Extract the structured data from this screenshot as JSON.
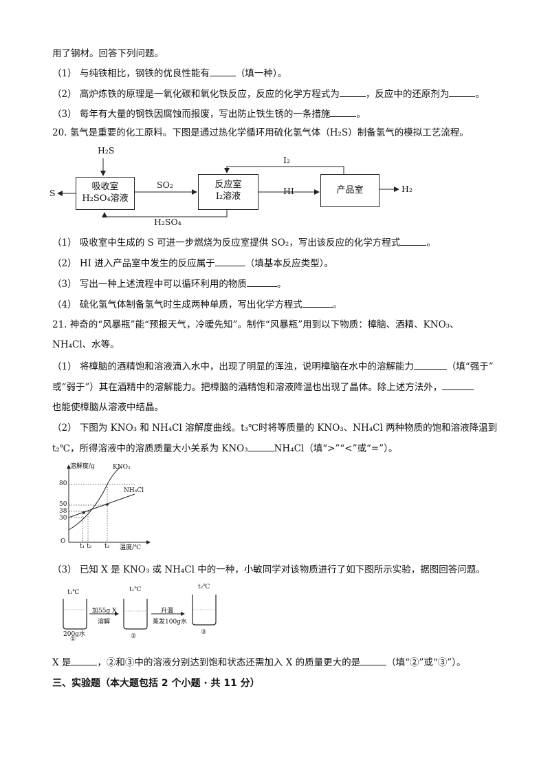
{
  "top_text": "用了钢材。回答下列问题。",
  "q19": {
    "p1": "（1） 与纯铁相比，钢铁的优良性能有",
    "p1_tail": "（填一种）。",
    "p2_a": "（2） 高炉炼铁的原理是一氧化碳和氧化铁反应，反应的化学方程式为",
    "p2_b": "，反应中的还原剂为",
    "p2_tail": "。",
    "p3": "（3） 每年有大量的钢铁因腐蚀而报废，写出防止铁生锈的一条措施",
    "p3_tail": "。"
  },
  "q20": {
    "stem": "20. 氢气是重要的化工原料。下图是通过热化学循环用硫化氢气体（H₂S）制备氢气的模拟工艺流程。",
    "diagram": {
      "h2s": "H₂S",
      "s": "S",
      "absorb_line1": "吸收室",
      "absorb_line2": "H₂SO₄溶液",
      "so2": "SO₂",
      "react_line1": "反应室",
      "react_line2": "I₂溶液",
      "hi": "HI",
      "product": "产品室",
      "h2": "H₂",
      "i2": "I₂",
      "h2so4": "H₂SO₄"
    },
    "p1": "（1） 吸收室中生成的 S 可进一步燃烧为反应室提供 SO₂，写出该反应的化学方程式",
    "p1_tail": "。",
    "p2": "（2） HI 进入产品室中发生的反应属于",
    "p2_tail": "（填基本反应类型）。",
    "p3": "（3） 写出一种上述流程中可以循环利用的物质",
    "p3_tail": "。",
    "p4": "（4） 硫化氢气体制备氢气时生成两种单质，写出化学方程式",
    "p4_tail": "。"
  },
  "q21": {
    "stem1": "21. 神奇的“风暴瓶”能“预报天气，冷暖先知”。制作“风暴瓶”用到以下物质：樟脑、酒精、KNO₃、",
    "stem2": "NH₄Cl、水等。",
    "p1_a": "（1） 将樟脑的酒精饱和溶液滴入水中，出现了明显的浑浊，说明樟脑在水中的溶解能力",
    "p1_b": "（填“强于”",
    "p1_c": "或“弱于”）其在酒精中的溶解能力。把樟脑的酒精饱和溶液降温也出现了晶体。除上述方法外，",
    "p1_d": "也能使樟脑从溶液中结晶。",
    "p2_a": "（2） 下图为 KNO₃ 和 NH₄Cl 溶解度曲线。t₃℃时将等质量的 KNO₃、NH₄Cl 两种物质的饱和溶液降温到",
    "p2_b": "t₂℃，所得溶液中的溶质质量大小关系为 KNO₃",
    "p2_c": "NH₄Cl（填“>”“<”或“=”）。",
    "graph": {
      "ylabel": "溶解度/g",
      "xlabel": "温度/℃",
      "origin": "O",
      "kno3": "KNO₃",
      "nh4cl": "NH₄Cl",
      "y80": "80",
      "y50": "50",
      "y38": "38",
      "y30": "30",
      "t1": "t₁",
      "t2": "t₂",
      "t3": "t₃"
    },
    "p3": "（3） 已知 X 是 KNO₃ 或 NH₄Cl 中的一种，小敏同学对该物质进行了如下图所示实验，据图回答问题。",
    "exp": {
      "temp1": "t₁℃",
      "temp2": "t₁℃",
      "temp3": "t₂℃",
      "water": "200g水",
      "step1_top": "加55g X",
      "step1_bottom": "溶解",
      "step2_top": "升温",
      "step2_bottom": "蒸发100g水",
      "n1": "①",
      "n2": "②",
      "n3": "③"
    },
    "ans_a": "X 是",
    "ans_b": "，②和③中的溶液分别达到饱和状态还需加入 X 的质量更大的是",
    "ans_c": "（填“②”或“③”）。"
  },
  "section3": "三、实验题（本大题包括 2 个小题 · 共 11 分）"
}
